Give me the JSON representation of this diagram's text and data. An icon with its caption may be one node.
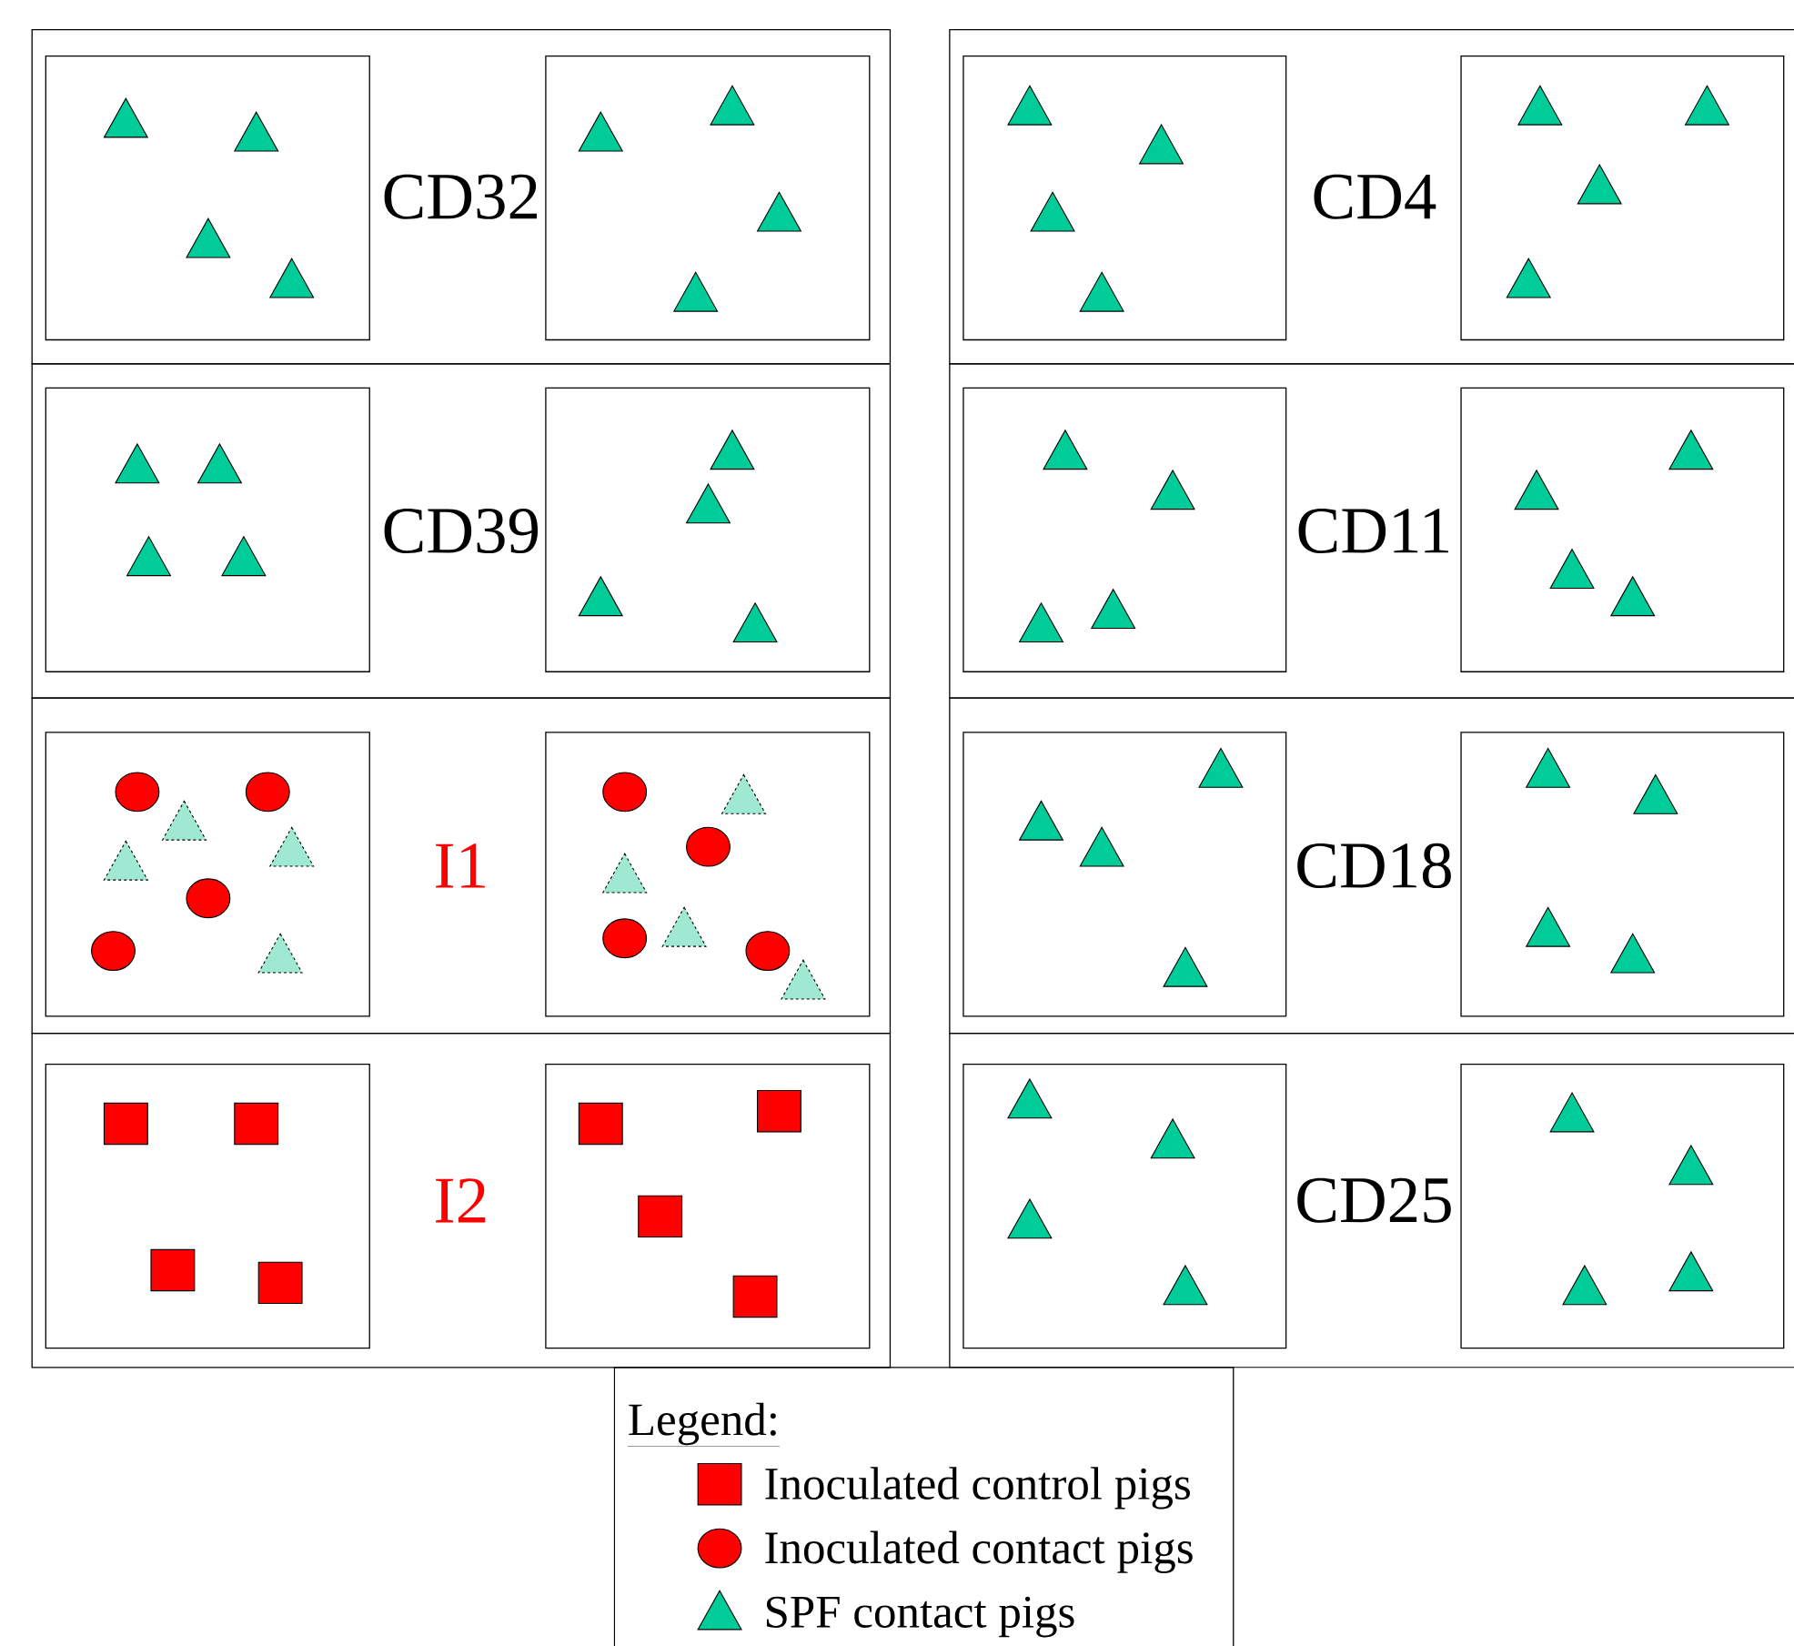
{
  "diagram": {
    "nodes": [
      {
        "text": [
          "CD32"
        ]
      },
      {
        "text": [],
        "shape": "box",
        "in": 0
      },
      {
        "text": [],
        "shape": "box",
        "in": 0
      },
      {
        "text": [
          "CD4"
        ]
      },
      {
        "text": [],
        "shape": "box",
        "in": 3
      },
      {
        "text": [],
        "shape": "box",
        "in": 3
      },
      {
        "text": [
          "CD39"
        ]
      },
      {
        "text": [],
        "shape": "box",
        "in": 6
      },
      {
        "text": [],
        "shape": "box",
        "in": 6
      },
      {
        "text": [
          "CD11"
        ]
      },
      {
        "text": [],
        "shape": "box",
        "in": 9
      },
      {
        "text": [],
        "shape": "box",
        "in": 9
      },
      {
        "text": [
          "I1"
        ]
      },
      {
        "text": [],
        "shape": "box",
        "in": 12
      },
      {
        "text": [],
        "shape": "box",
        "in": 12
      },
      {
        "text": [
          "CD18"
        ]
      },
      {
        "text": [],
        "shape": "box",
        "in": 15
      },
      {
        "text": [],
        "shape": "box",
        "in": 15
      },
      {
        "text": [
          "I2"
        ]
      },
      {
        "text": [],
        "shape": "box",
        "in": 18
      },
      {
        "text": [],
        "shape": "box",
        "in": 18
      },
      {
        "text": [
          "CD25"
        ]
      },
      {
        "text": [],
        "shape": "box",
        "in": 21
      },
      {
        "text": [],
        "shape": "box",
        "in": 21
      }
    ],
    "labels": [
      "Legend:"
    ],
    "legend": [
      {
        "text": "Inoculated control pigs"
      },
      {
        "text": "Inoculated contact pigs"
      },
      {
        "text": "SPF contact pigs"
      }
    ]
  }
}
